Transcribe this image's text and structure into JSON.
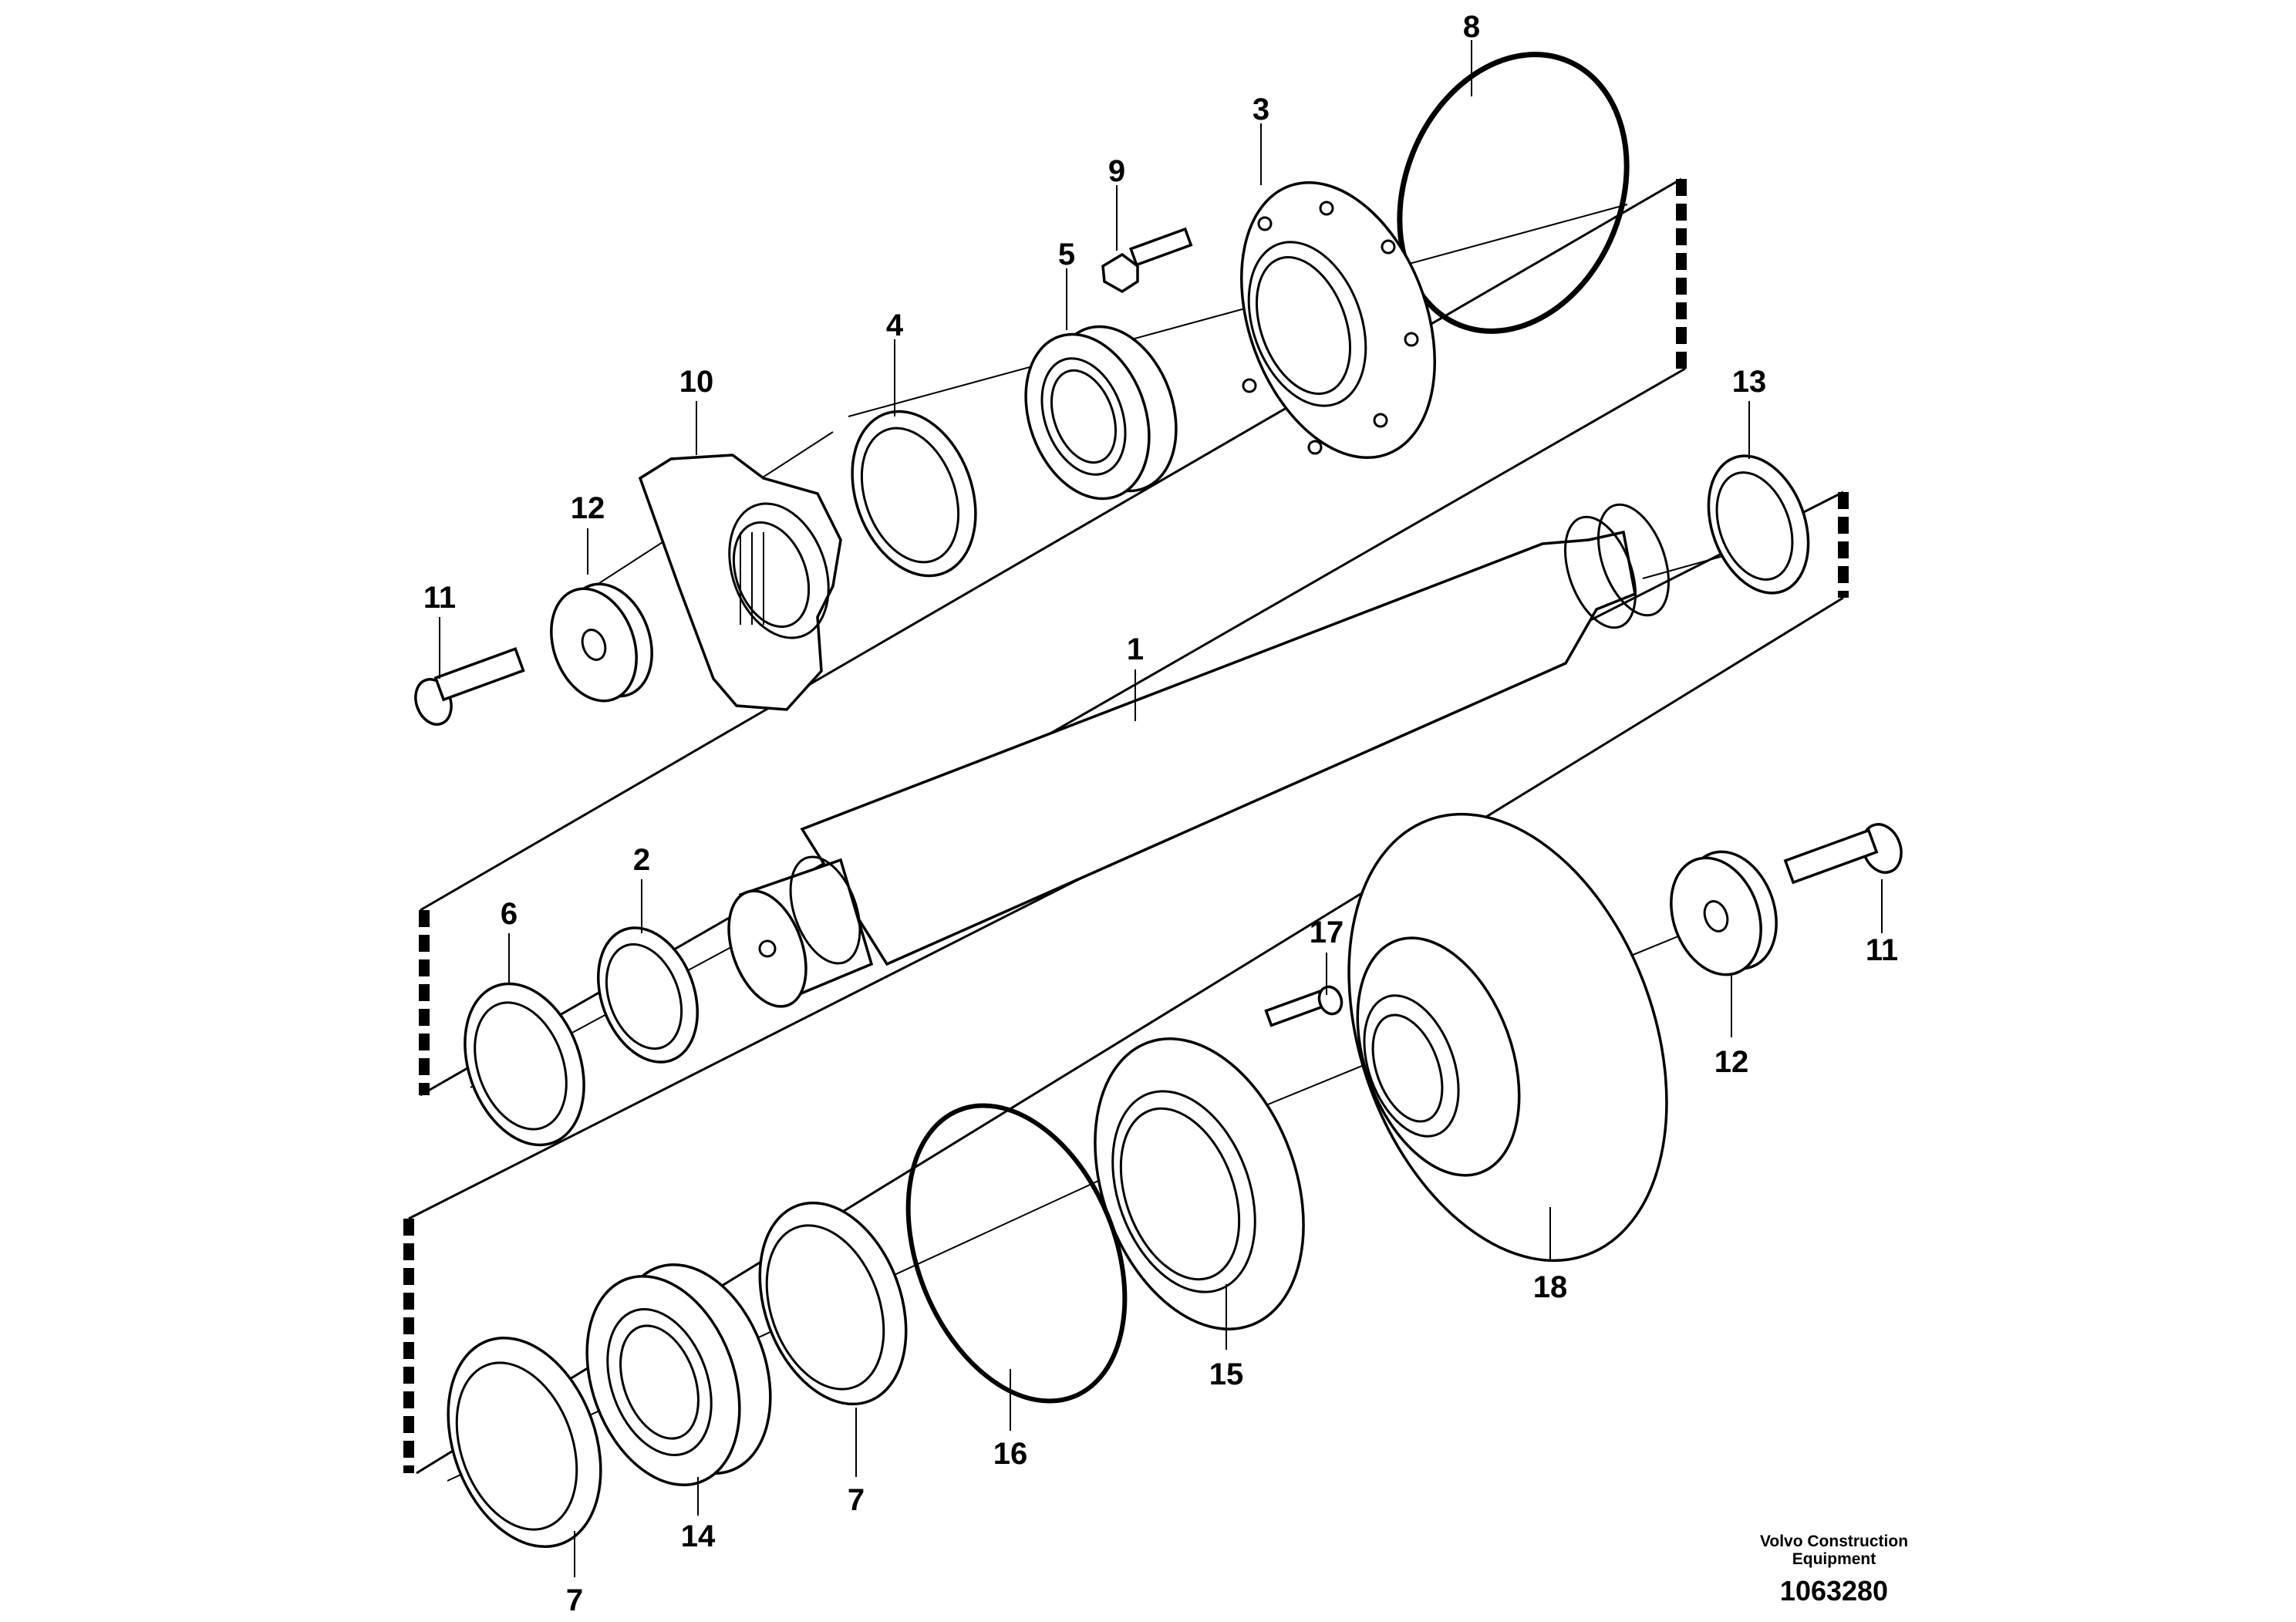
{
  "diagram": {
    "callouts": [
      {
        "id": "c8",
        "label": "8"
      },
      {
        "id": "c3",
        "label": "3"
      },
      {
        "id": "c9",
        "label": "9"
      },
      {
        "id": "c5",
        "label": "5"
      },
      {
        "id": "c4",
        "label": "4"
      },
      {
        "id": "c10",
        "label": "10"
      },
      {
        "id": "c13",
        "label": "13"
      },
      {
        "id": "c12a",
        "label": "12"
      },
      {
        "id": "c11a",
        "label": "11"
      },
      {
        "id": "c1",
        "label": "1"
      },
      {
        "id": "c2",
        "label": "2"
      },
      {
        "id": "c6",
        "label": "6"
      },
      {
        "id": "c17",
        "label": "17"
      },
      {
        "id": "c11b",
        "label": "11"
      },
      {
        "id": "c12b",
        "label": "12"
      },
      {
        "id": "c18",
        "label": "18"
      },
      {
        "id": "c15",
        "label": "15"
      },
      {
        "id": "c16",
        "label": "16"
      },
      {
        "id": "c7a",
        "label": "7"
      },
      {
        "id": "c14",
        "label": "14"
      },
      {
        "id": "c7b",
        "label": "7"
      }
    ]
  },
  "footer": {
    "brand_line1": "Volvo Construction",
    "brand_line2": "Equipment",
    "drawing_number": "1063280"
  }
}
